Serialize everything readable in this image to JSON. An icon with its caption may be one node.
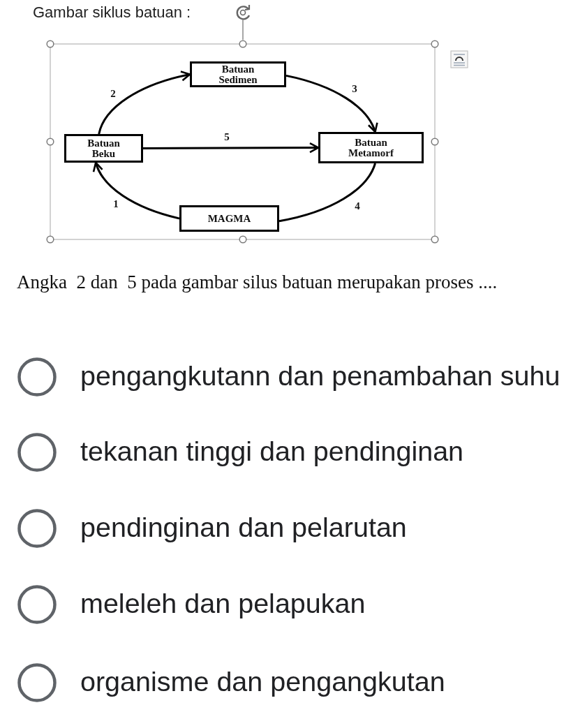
{
  "diagram": {
    "title": "Gambar siklus batuan :",
    "nodes": [
      {
        "text": [
          "Batuan Sedimen"
        ]
      },
      {
        "text": [
          "Batuan Beku"
        ]
      },
      {
        "text": [
          "Batuan Metamorf"
        ]
      },
      {
        "text": [
          "MAGMA"
        ]
      }
    ],
    "edges": [
      {
        "from": 3,
        "to": 1,
        "arrow": "to",
        "label": "1"
      },
      {
        "from": 1,
        "to": 0,
        "arrow": "to",
        "label": "2"
      },
      {
        "from": 0,
        "to": 2,
        "arrow": "to",
        "label": "3"
      },
      {
        "from": 2,
        "to": 3,
        "arrow": "none",
        "label": "4"
      },
      {
        "from": 1,
        "to": 2,
        "arrow": "to",
        "label": "5"
      }
    ],
    "labels": [
      "Angka  2 dan  5 pada gambar silus batuan merupakan proses ....",
      "pengangkutann dan penambahan suhu",
      "tekanan tinggi dan pendinginan",
      "pendinginan dan pelarutan",
      "meleleh dan pelapukan",
      "organisme dan pengangkutan"
    ]
  }
}
